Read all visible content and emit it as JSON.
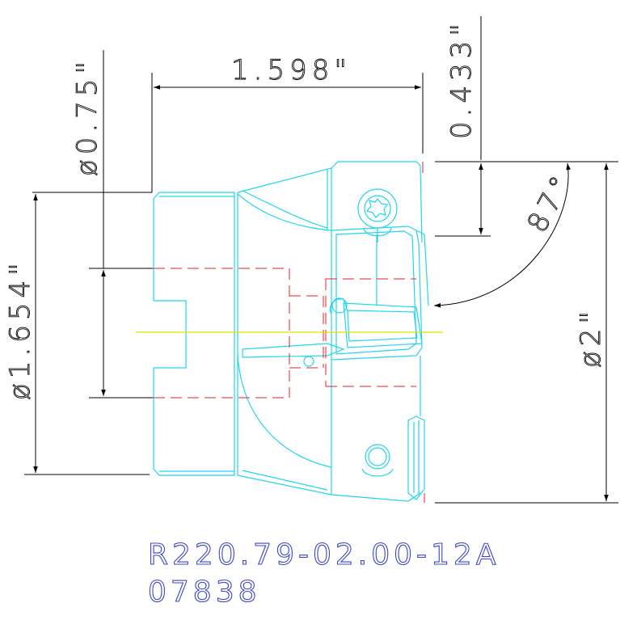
{
  "drawing": {
    "dimensions": {
      "overall_length": "1.598\"",
      "shank_diameter": "ø0.75\"",
      "flange_height": "0.433\"",
      "body_diameter": "ø1.654\"",
      "cutting_diameter": "ø2\"",
      "entering_angle": "87°"
    },
    "part_number": "R220.79-02.00-12A",
    "item_code": "07838"
  },
  "colors": {
    "dimension_lines": "#000000",
    "part_outline": "#1fd6ee",
    "hidden_lines": "#e8202a",
    "center_line": "#e5e000",
    "title_text": "#3b47c8"
  }
}
